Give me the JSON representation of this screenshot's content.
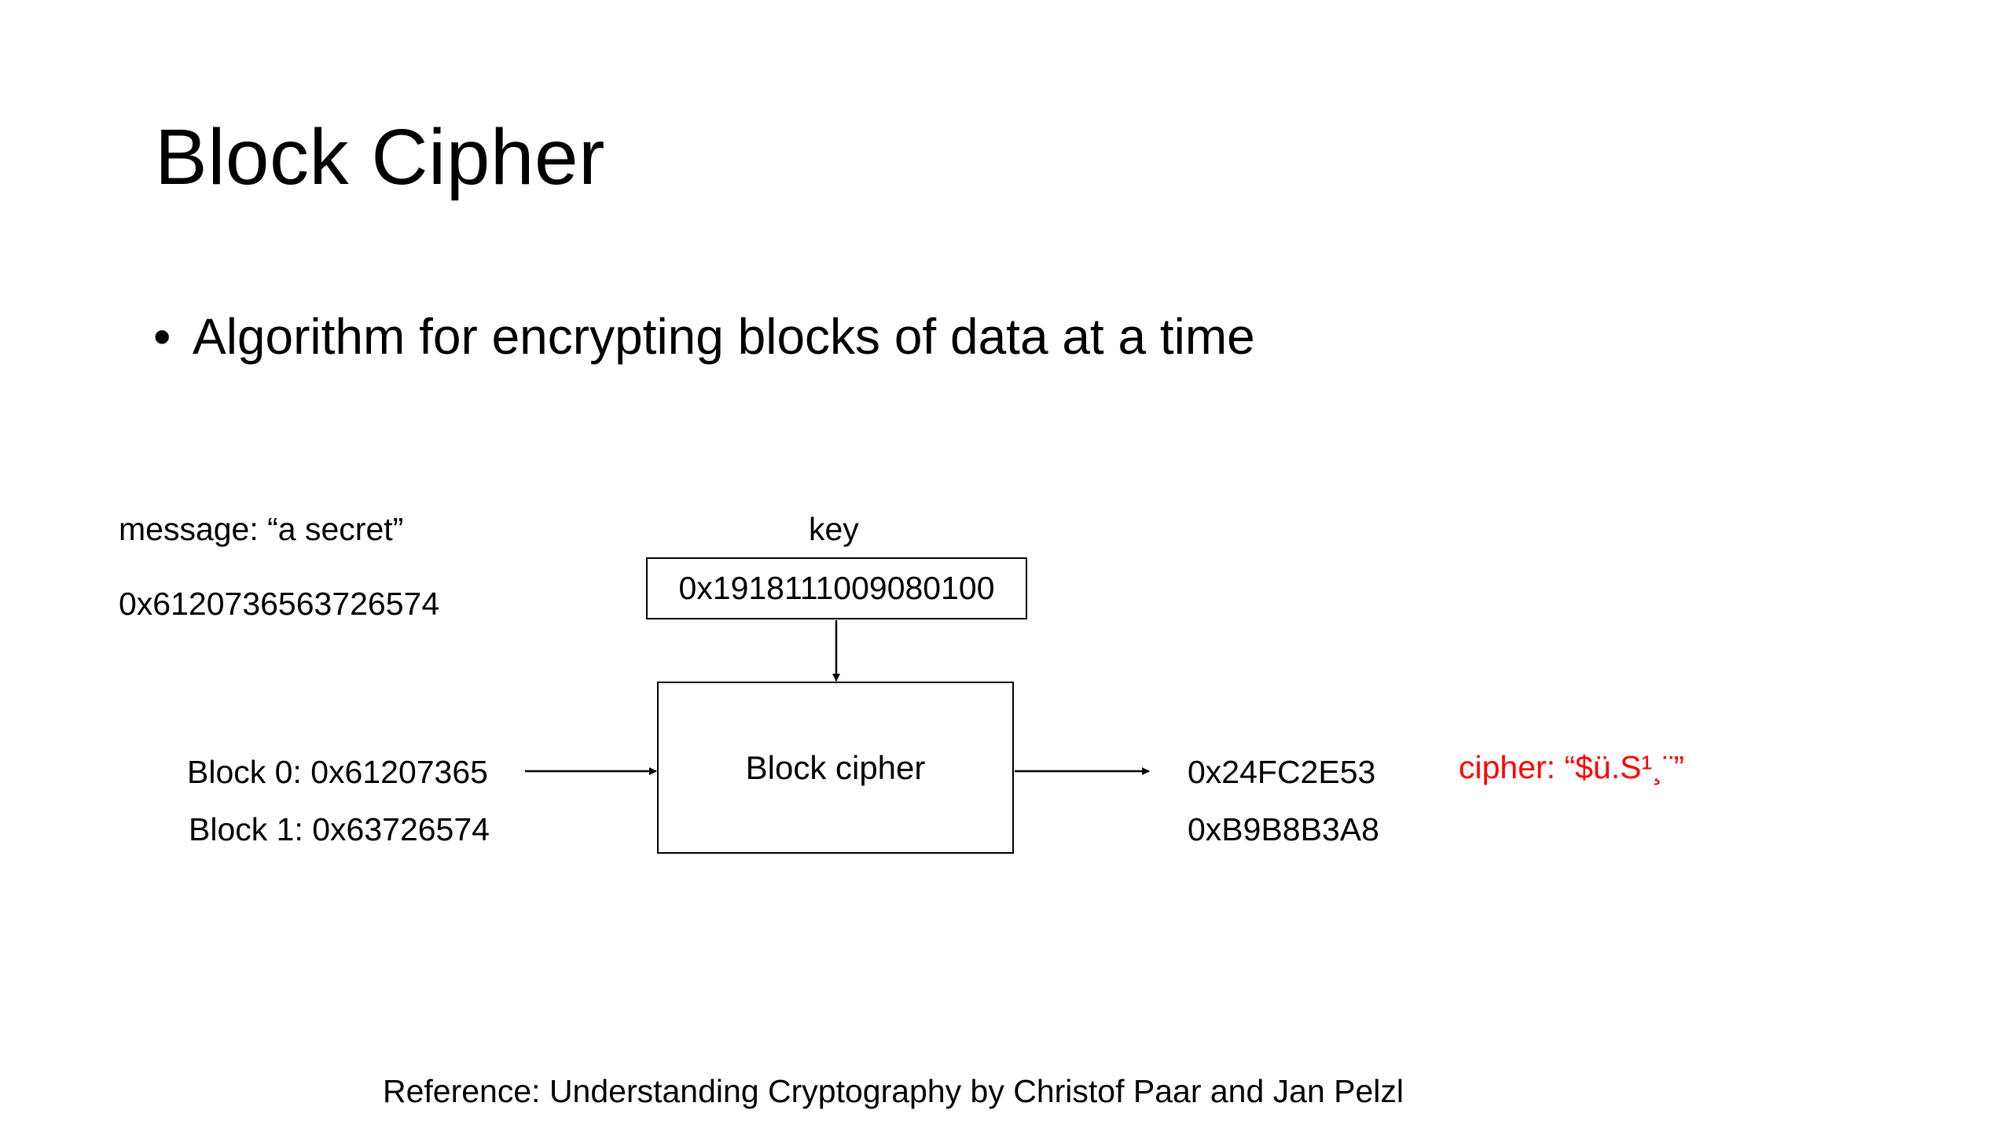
{
  "slide": {
    "title": "Block Cipher",
    "bullet_glyph": "•",
    "bullet_text": "Algorithm for encrypting blocks of data at a time",
    "reference": "Reference: Understanding Cryptography by Christof Paar and Jan Pelzl"
  },
  "diagram": {
    "message_label": "message: “a secret”",
    "message_hex": "0x6120736563726574",
    "key_label": "key",
    "key_value": "0x1918111009080100",
    "block0": "Block 0: 0x61207365",
    "block1": "Block 1: 0x63726574",
    "cipher_box_label": "Block cipher",
    "output0": "0x24FC2E53",
    "output1": "0xB9B8B3A8",
    "cipher_text": "cipher: “$ü.S¹¸¨”"
  },
  "colors": {
    "text": "#000000",
    "accent_red": "#ff0000",
    "background": "#ffffff"
  }
}
